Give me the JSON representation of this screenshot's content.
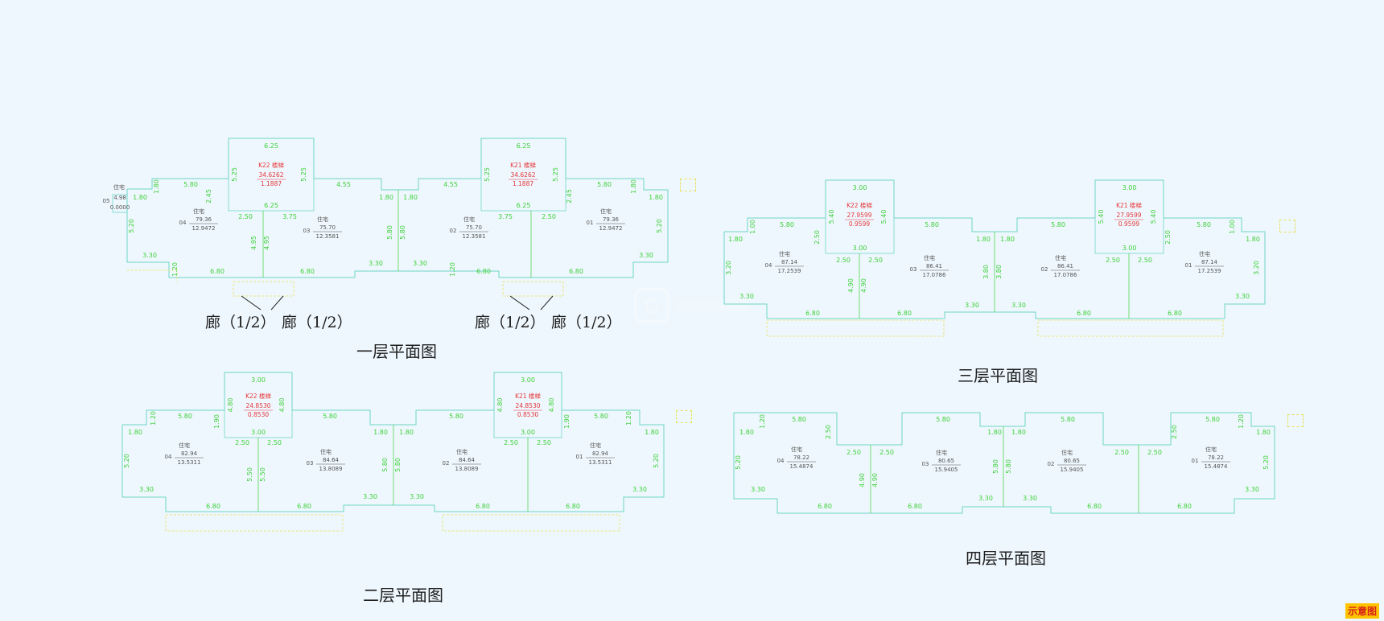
{
  "titles": {
    "floor1": "一层平面图",
    "floor2": "二层平面图",
    "floor3": "三层平面图",
    "floor4": "四层平面图"
  },
  "corridors": [
    "廊（1/2）",
    "廊（1/2）",
    "廊（1/2）",
    "廊（1/2）"
  ],
  "badge": "示意图",
  "watermark": "G",
  "floor1": {
    "stairs": [
      {
        "code": "K22 楼梯",
        "area": "34.6262",
        "share": "1.1887",
        "top": "6.25",
        "bottom": "6.25",
        "side_l": "5.25",
        "side_r": "5.25"
      },
      {
        "code": "K21 楼梯",
        "area": "34.6262",
        "share": "1.1887",
        "top": "6.25",
        "bottom": "6.25",
        "side_l": "5.25",
        "side_r": "5.25"
      }
    ],
    "units": [
      {
        "use": "住宅",
        "no": "04",
        "area": "79.36",
        "share": "12.9472"
      },
      {
        "use": "住宅",
        "no": "03",
        "area": "75.70",
        "share": "12.3581"
      },
      {
        "use": "住宅",
        "no": "02",
        "area": "75.70",
        "share": "12.3581"
      },
      {
        "use": "住宅",
        "no": "01",
        "area": "79.36",
        "share": "12.9472"
      }
    ],
    "extra": {
      "use": "住宅",
      "no": "05",
      "area": "4.98",
      "share": "0.0000"
    },
    "dims": [
      "5.80",
      "1.80",
      "4.55",
      "1.80",
      "1.80",
      "4.55",
      "5.80",
      "1.80",
      "5.20",
      "5.20",
      "3.30",
      "3.30",
      "6.80",
      "6.80",
      "6.80",
      "6.80",
      "3.30",
      "3.30",
      "2.50",
      "3.75",
      "3.75",
      "2.50",
      "4.95",
      "4.95",
      "5.80",
      "5.80",
      "2.45",
      "2.45",
      "1.80",
      "1.80",
      "1.20",
      "1.20"
    ]
  },
  "floor2": {
    "stairs": [
      {
        "code": "K22 楼梯",
        "area": "24.8530",
        "share": "0.8530",
        "top": "3.00",
        "bottom": "3.00",
        "side_l": "4.80",
        "side_r": "4.80"
      },
      {
        "code": "K21 楼梯",
        "area": "24.8530",
        "share": "0.8530",
        "top": "3.00",
        "bottom": "3.00",
        "side_l": "4.80",
        "side_r": "4.80"
      }
    ],
    "units": [
      {
        "use": "住宅",
        "no": "04",
        "area": "82.94",
        "share": "13.5311"
      },
      {
        "use": "住宅",
        "no": "03",
        "area": "84.64",
        "share": "13.8089"
      },
      {
        "use": "住宅",
        "no": "02",
        "area": "84.64",
        "share": "13.8089"
      },
      {
        "use": "住宅",
        "no": "01",
        "area": "82.94",
        "share": "13.5311"
      }
    ],
    "dims": [
      "5.80",
      "1.80",
      "5.80",
      "1.80",
      "1.80",
      "5.80",
      "5.80",
      "1.80",
      "5.20",
      "5.20",
      "3.30",
      "3.30",
      "6.80",
      "6.80",
      "6.80",
      "6.80",
      "3.30",
      "3.30",
      "2.50",
      "2.50",
      "2.50",
      "2.50",
      "5.50",
      "5.50",
      "5.80",
      "5.80",
      "1.90",
      "1.90",
      "1.20",
      "1.20"
    ]
  },
  "floor3": {
    "stairs": [
      {
        "code": "K22 楼梯",
        "area": "27.9599",
        "share": "0.9599",
        "top": "3.00",
        "bottom": "3.00",
        "side_l": "5.40",
        "side_r": "5.40"
      },
      {
        "code": "K21 楼梯",
        "area": "27.9599",
        "share": "0.9599",
        "top": "3.00",
        "bottom": "3.00",
        "side_l": "5.40",
        "side_r": "5.40"
      }
    ],
    "units": [
      {
        "use": "住宅",
        "no": "04",
        "area": "87.14",
        "share": "17.2539"
      },
      {
        "use": "住宅",
        "no": "03",
        "area": "86.41",
        "share": "17.0786"
      },
      {
        "use": "住宅",
        "no": "02",
        "area": "86.41",
        "share": "17.0786"
      },
      {
        "use": "住宅",
        "no": "01",
        "area": "87.14",
        "share": "17.2539"
      }
    ],
    "dims": [
      "5.80",
      "1.80",
      "5.80",
      "1.80",
      "1.80",
      "5.80",
      "5.80",
      "1.80",
      "3.20",
      "3.20",
      "3.30",
      "3.30",
      "6.80",
      "6.80",
      "6.80",
      "6.80",
      "3.30",
      "3.30",
      "2.50",
      "2.50",
      "2.50",
      "2.50",
      "4.90",
      "4.90",
      "3.80",
      "3.80",
      "2.50",
      "2.50",
      "1.00",
      "1.00"
    ]
  },
  "floor4": {
    "units": [
      {
        "use": "住宅",
        "no": "04",
        "area": "78.22",
        "share": "15.4874"
      },
      {
        "use": "住宅",
        "no": "03",
        "area": "80.65",
        "share": "15.9405"
      },
      {
        "use": "住宅",
        "no": "02",
        "area": "80.65",
        "share": "15.9405"
      },
      {
        "use": "住宅",
        "no": "01",
        "area": "78.22",
        "share": "15.4874"
      }
    ],
    "dims": [
      "5.80",
      "1.80",
      "5.80",
      "1.80",
      "1.80",
      "5.80",
      "5.80",
      "1.80",
      "5.20",
      "5.20",
      "3.30",
      "3.30",
      "6.80",
      "6.80",
      "6.80",
      "6.80",
      "3.30",
      "3.30",
      "2.50",
      "2.50",
      "2.50",
      "2.50",
      "4.90",
      "4.90",
      "5.80",
      "5.80",
      "2.50",
      "2.50",
      "1.20",
      "1.20"
    ]
  }
}
